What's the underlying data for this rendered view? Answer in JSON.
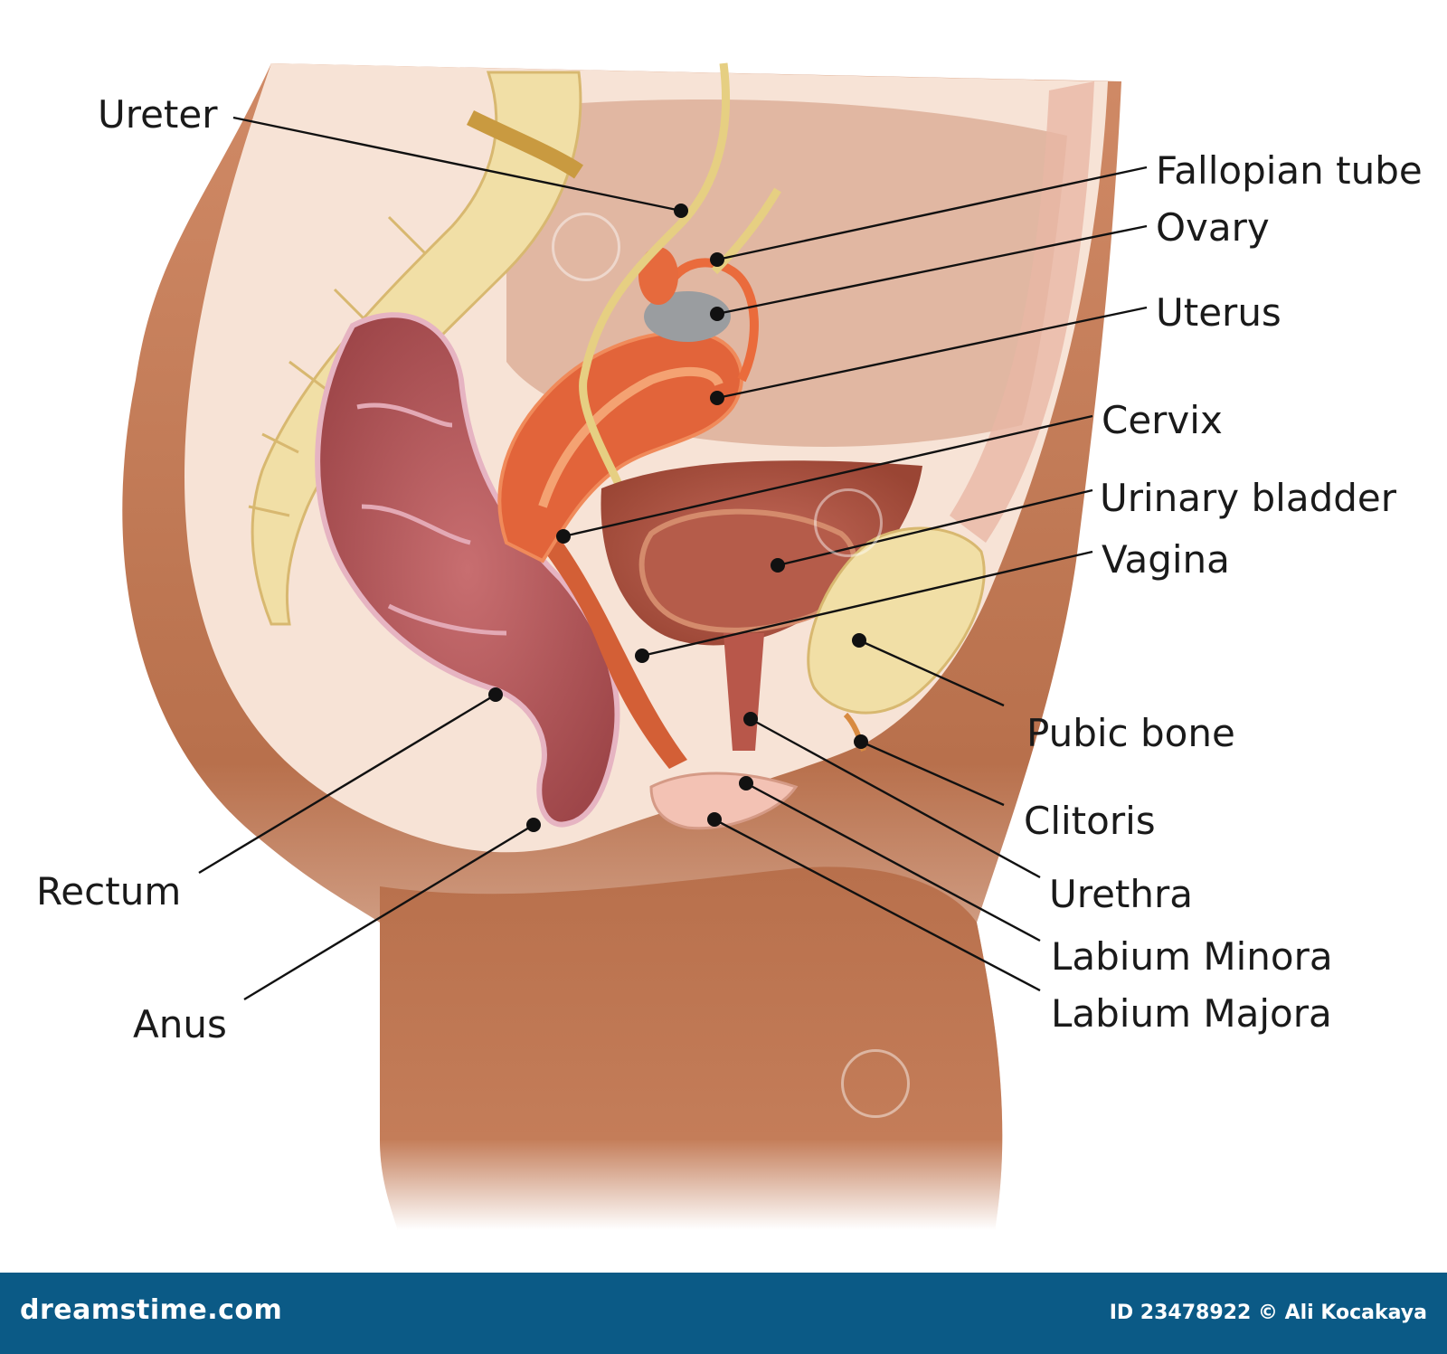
{
  "labels": {
    "ureter": "Ureter",
    "fallopian_tube": "Fallopian tube",
    "ovary": "Ovary",
    "uterus": "Uterus",
    "cervix": "Cervix",
    "urinary_bladder": "Urinary bladder",
    "vagina": "Vagina",
    "pubic_bone": "Pubic bone",
    "clitoris": "Clitoris",
    "urethra": "Urethra",
    "labium_minora": "Labium Minora",
    "labium_majora": "Labium Majora",
    "rectum": "Rectum",
    "anus": "Anus"
  },
  "footer": {
    "brand": "dreamstime.com",
    "credit": "ID 23478922 © Ali Kocakaya"
  },
  "colors": {
    "skin": "#c9805a",
    "skin_light": "#f7e3d6",
    "bone": "#f1dfa6",
    "rectum": "#b5585a",
    "uterus": "#e2643a",
    "bladder": "#b95644",
    "footer_bg": "#0b5a86"
  }
}
